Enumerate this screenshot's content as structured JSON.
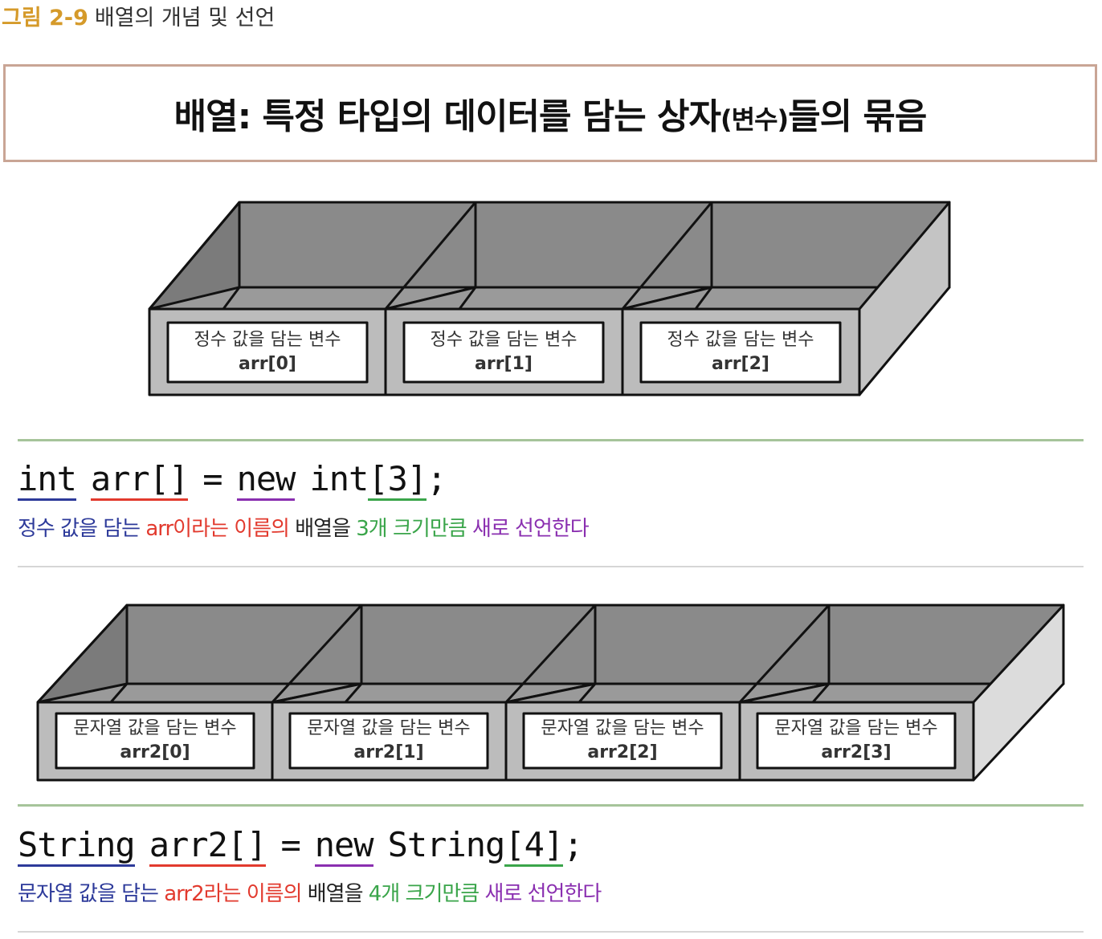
{
  "caption": {
    "number": "그림 2-9",
    "text": "배열의 개념 및 선언"
  },
  "title": {
    "main_a": "배열: 특정 타입의 데이터를 담는 상자",
    "paren": "(변수)",
    "main_b": "들의 묶음"
  },
  "array1": {
    "cells": [
      {
        "desc": "정수 값을 담는 변수",
        "var": "arr[0]"
      },
      {
        "desc": "정수 값을 담는 변수",
        "var": "arr[1]"
      },
      {
        "desc": "정수 값을 담는 변수",
        "var": "arr[2]"
      }
    ],
    "code": {
      "type": "int",
      "name": "arr[]",
      "eq": "=",
      "new_kw": "new",
      "type2": "int",
      "size": "[3]",
      "semi": ";"
    },
    "explain": {
      "p1": "정수 값을 담는 ",
      "p2": "arr이라는 이름의 ",
      "p3": "배열을 ",
      "p4": "3개 크기만큼 ",
      "p5": "새로 선언한다"
    }
  },
  "array2": {
    "cells": [
      {
        "desc": "문자열 값을 담는 변수",
        "var": "arr2[0]"
      },
      {
        "desc": "문자열 값을 담는 변수",
        "var": "arr2[1]"
      },
      {
        "desc": "문자열 값을 담는 변수",
        "var": "arr2[2]"
      },
      {
        "desc": "문자열 값을 담는 변수",
        "var": "arr2[3]"
      }
    ],
    "code": {
      "type": "String",
      "name": "arr2[]",
      "eq": "=",
      "new_kw": "new",
      "type2": "String",
      "size": "[4]",
      "semi": ";"
    },
    "explain": {
      "p1": "문자열 값을 담는 ",
      "p2": "arr2라는 이름의 ",
      "p3": "배열을 ",
      "p4": "4개 크기만큼 ",
      "p5": "새로 선언한다"
    }
  },
  "colors": {
    "blue": "#2d3a9a",
    "red": "#e23a2e",
    "purple": "#8a2fb0",
    "green": "#3aa54a",
    "caption_accent": "#d59a2a",
    "title_border": "#c9a595"
  }
}
